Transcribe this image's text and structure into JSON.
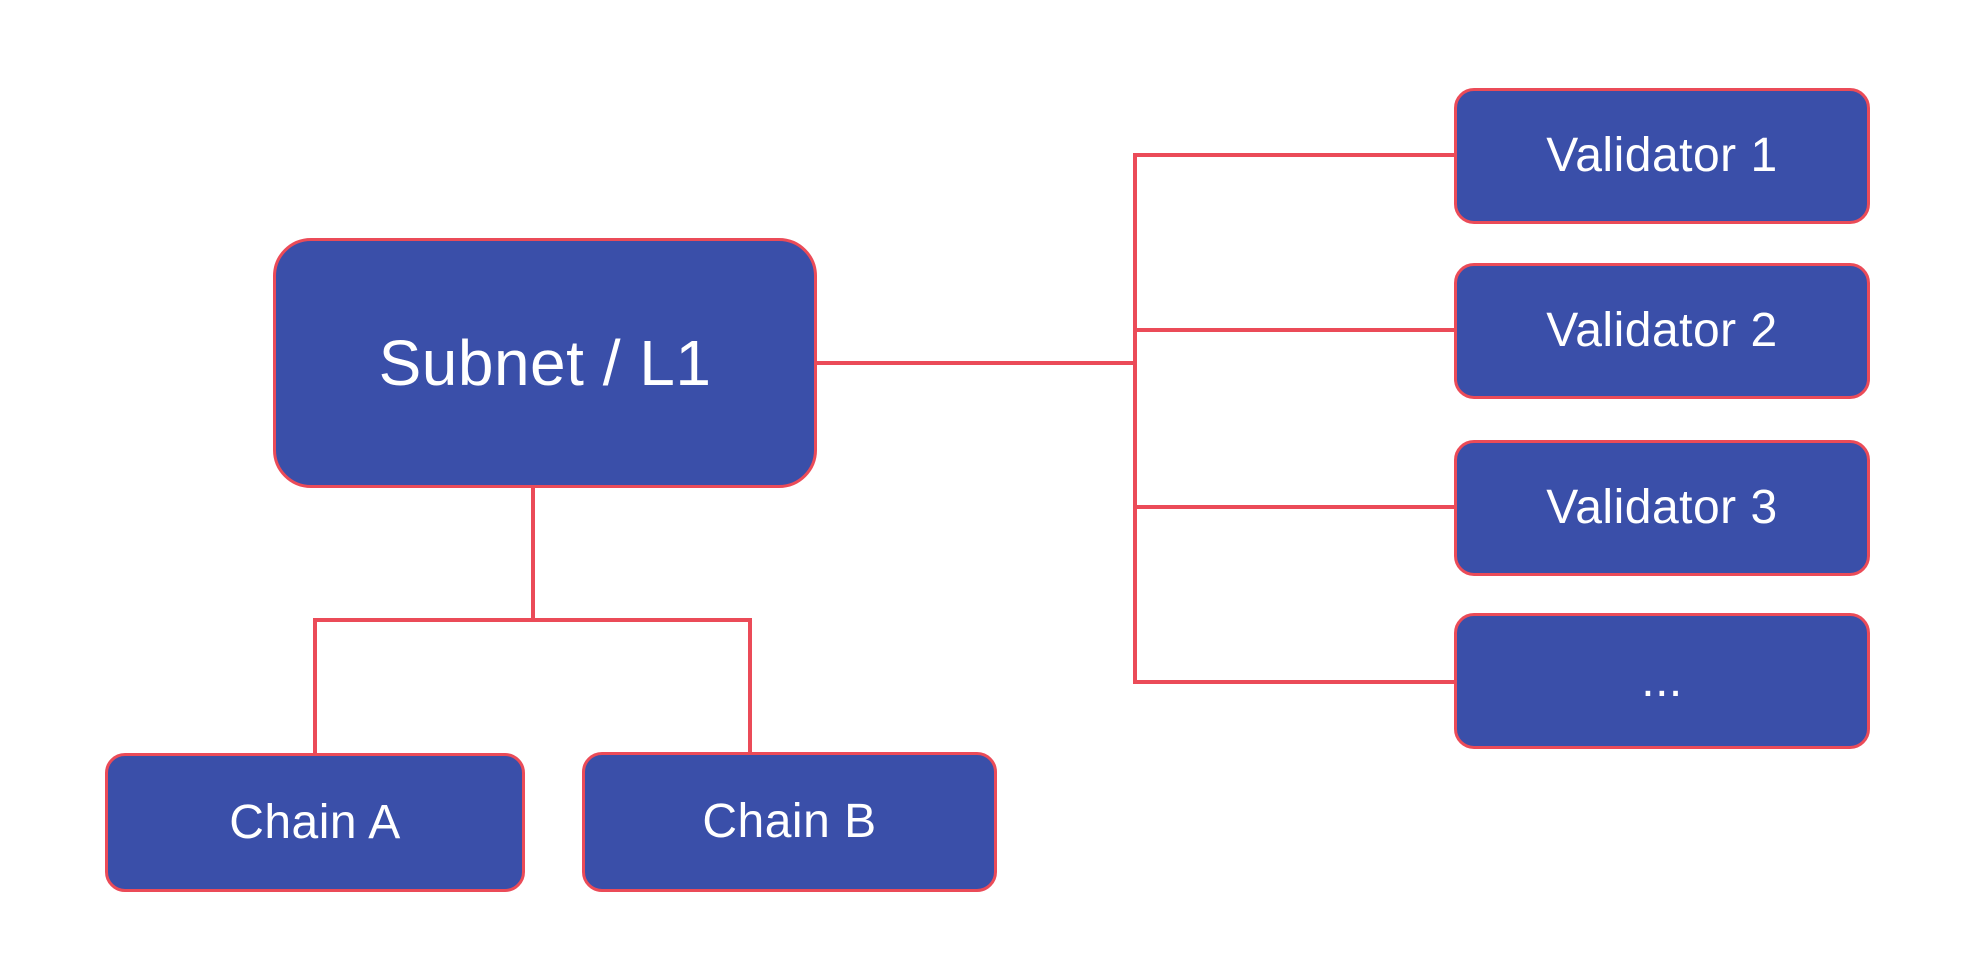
{
  "diagram": {
    "root": {
      "label": "Subnet / L1"
    },
    "chains": [
      {
        "label": "Chain A"
      },
      {
        "label": "Chain B"
      }
    ],
    "validators": [
      {
        "label": "Validator 1"
      },
      {
        "label": "Validator 2"
      },
      {
        "label": "Validator 3"
      },
      {
        "label": "..."
      }
    ],
    "colors": {
      "node_fill": "#3a4fa9",
      "line": "#eb4b58",
      "text": "#ffffff",
      "background": "#ffffff"
    }
  }
}
